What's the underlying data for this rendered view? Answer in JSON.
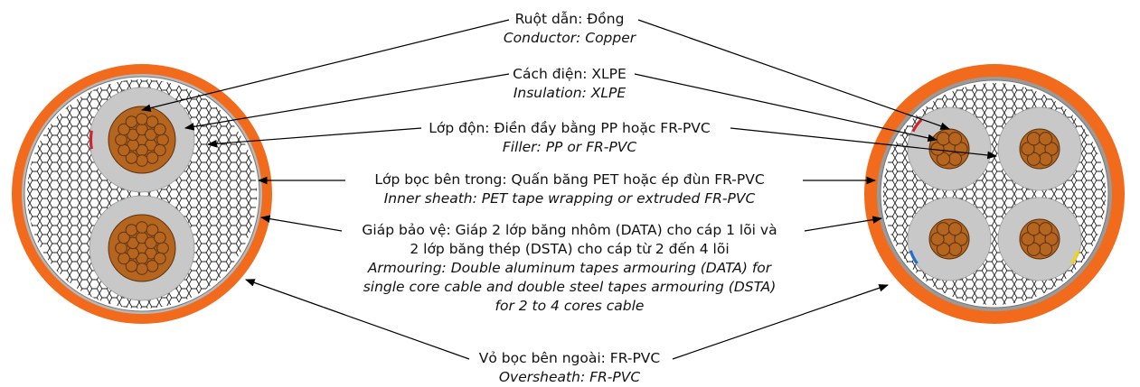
{
  "diagram": {
    "labels": [
      {
        "vn": "Ruột dẫn: Đồng",
        "en": "Conductor: Copper"
      },
      {
        "vn": "Cách điện: XLPE",
        "en": "Insulation: XLPE"
      },
      {
        "vn": "Lớp độn: Điền đầy bằng PP hoặc FR-PVC",
        "en": "Filler: PP or FR-PVC"
      },
      {
        "vn": "Lớp bọc bên trong: Quấn băng PET hoặc ép đùn FR-PVC",
        "en": "Inner sheath: PET tape wrapping or extruded FR-PVC"
      },
      {
        "vn1": "Giáp bảo vệ: Giáp 2 lớp băng nhôm (DATA) cho cáp 1 lõi và",
        "vn2": "2 lớp băng thép (DSTA) cho cáp từ 2 đến 4 lõi",
        "en1": "Armouring: Double aluminum tapes armouring (DATA) for",
        "en2": "single core cable and double steel tapes armouring (DSTA)",
        "en3": "for 2 to 4 cores cable"
      },
      {
        "vn": "Vỏ bọc bên ngoài: FR-PVC",
        "en": "Oversheath: FR-PVC"
      }
    ],
    "colors": {
      "oversheath": "#f26a1b",
      "armour": "#b8b8b8",
      "inner_sheath": "#ffffff",
      "filler_mesh": "#222222",
      "insulation": "#c8c8c8",
      "copper": "#b5651d",
      "copper_edge": "#5a3210",
      "line": "#000000"
    },
    "cables": [
      "two-core-cable",
      "four-core-cable"
    ]
  }
}
